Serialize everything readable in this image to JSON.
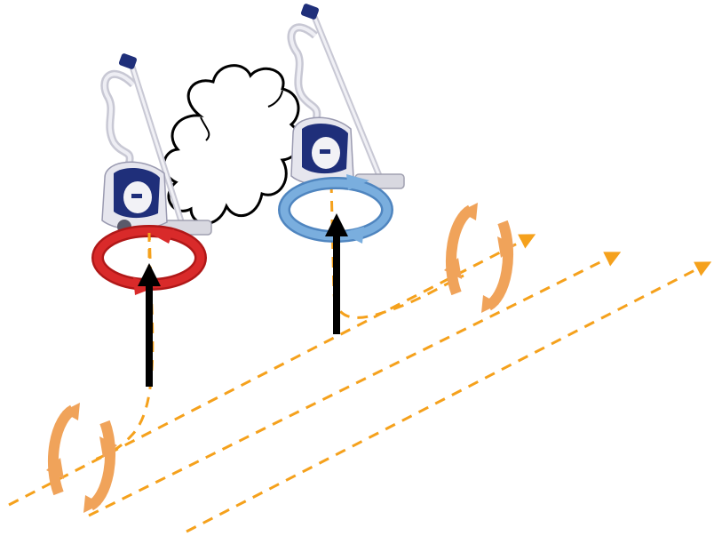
{
  "colors": {
    "background": "#ffffff",
    "path": "#f5a11c",
    "rotation_orange": "#f0a35a",
    "rotation_orange_dark": "#d9833a",
    "robot1_ring": "#d21f1f",
    "robot2_ring": "#6aa0d6",
    "arrow": "#000000",
    "vacuum_body": "#e6e6ee",
    "vacuum_blue": "#1f2f7a",
    "cloud_stroke": "#000000"
  },
  "elements": {
    "robots": [
      {
        "name": "robot-vacuum-1",
        "ring": "red-rotation"
      },
      {
        "name": "robot-vacuum-2",
        "ring": "blue-rotation"
      }
    ],
    "cloud": "cloud-icon",
    "paths": [
      "dashed-path-1",
      "dashed-path-2",
      "dashed-path-3"
    ],
    "rotations": [
      "orange-rotation-left",
      "orange-rotation-right"
    ],
    "arrows": [
      "up-arrow-1",
      "up-arrow-2"
    ]
  }
}
